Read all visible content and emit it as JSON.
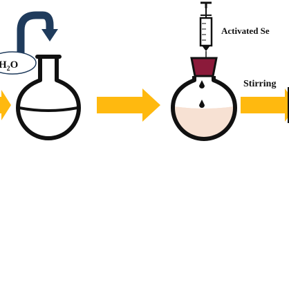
{
  "diagram": {
    "water_label_prefix": "H",
    "water_label_subscript": "2",
    "water_label_suffix": "O",
    "reagent_label": "Activated Se",
    "process_label": "Stirring"
  },
  "colors": {
    "arrow_fill": "#FFB90F",
    "reflux_arrow": "#1F3B5C",
    "stopper": "#8B1A3A",
    "solution": "#F7E1D3",
    "outline": "#111111"
  },
  "icons": [
    "reflux-arrow-icon",
    "round-bottom-flask-icon",
    "syringe-icon",
    "stopper-icon",
    "droplet-icon",
    "process-arrow-icon"
  ]
}
